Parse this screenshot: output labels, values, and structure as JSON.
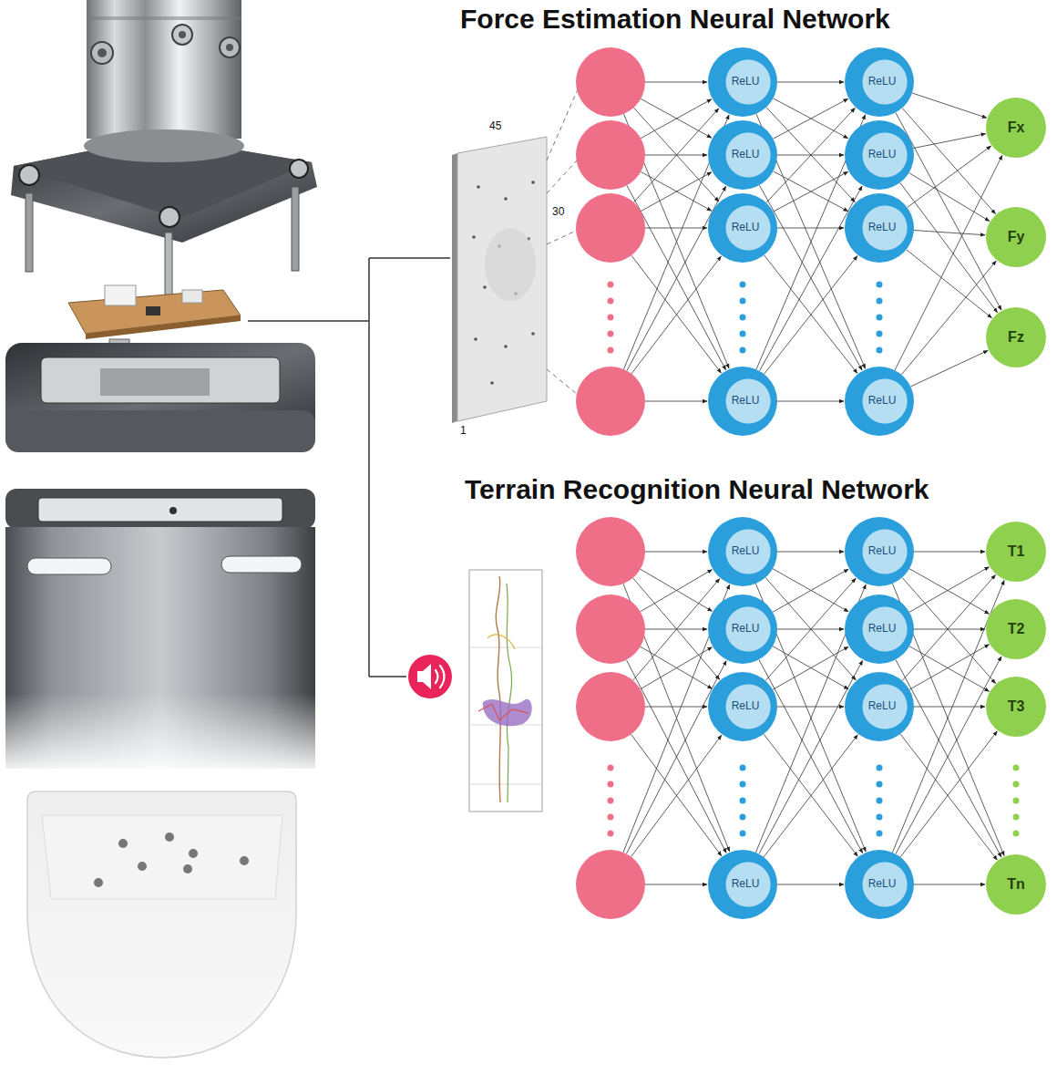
{
  "diagram": {
    "nodes": [
      {
        "text": [
          "ReLU"
        ]
      },
      {
        "text": [
          "ReLU"
        ]
      },
      {
        "text": [
          "ReLU"
        ]
      },
      {
        "text": [
          "ReLU"
        ]
      },
      {
        "text": [
          "ReLU"
        ]
      },
      {
        "text": [
          "ReLU"
        ]
      },
      {
        "text": [
          "ReLU"
        ]
      },
      {
        "text": [
          "ReLU"
        ]
      },
      {
        "text": [
          "Fx"
        ]
      },
      {
        "text": [
          "Fy"
        ]
      },
      {
        "text": [
          "Fz"
        ]
      },
      {
        "text": [
          "ReLU"
        ]
      },
      {
        "text": [
          "ReLU"
        ]
      },
      {
        "text": [
          "ReLU"
        ]
      },
      {
        "text": [
          "ReLU"
        ]
      },
      {
        "text": [
          "ReLU"
        ]
      },
      {
        "text": [
          "ReLU"
        ]
      },
      {
        "text": [
          "ReLU"
        ]
      },
      {
        "text": [
          "ReLU"
        ]
      },
      {
        "text": [
          "T1"
        ]
      },
      {
        "text": [
          "T2"
        ]
      },
      {
        "text": [
          "T3"
        ]
      },
      {
        "text": [
          "Tn"
        ]
      }
    ],
    "edges": [
      {
        "from": 0,
        "to": 4,
        "arrow": "to"
      },
      {
        "from": 0,
        "to": 5,
        "arrow": "to"
      },
      {
        "from": 0,
        "to": 6,
        "arrow": "to"
      },
      {
        "from": 0,
        "to": 7,
        "arrow": "to"
      },
      {
        "from": 1,
        "to": 4,
        "arrow": "to"
      },
      {
        "from": 1,
        "to": 5,
        "arrow": "to"
      },
      {
        "from": 1,
        "to": 6,
        "arrow": "to"
      },
      {
        "from": 1,
        "to": 7,
        "arrow": "to"
      },
      {
        "from": 2,
        "to": 4,
        "arrow": "to"
      },
      {
        "from": 2,
        "to": 5,
        "arrow": "to"
      },
      {
        "from": 2,
        "to": 6,
        "arrow": "to"
      },
      {
        "from": 2,
        "to": 7,
        "arrow": "to"
      },
      {
        "from": 3,
        "to": 4,
        "arrow": "to"
      },
      {
        "from": 3,
        "to": 5,
        "arrow": "to"
      },
      {
        "from": 3,
        "to": 6,
        "arrow": "to"
      },
      {
        "from": 3,
        "to": 7,
        "arrow": "to"
      },
      {
        "from": 4,
        "to": 8,
        "arrow": "to"
      },
      {
        "from": 4,
        "to": 9,
        "arrow": "to"
      },
      {
        "from": 4,
        "to": 10,
        "arrow": "to"
      },
      {
        "from": 5,
        "to": 8,
        "arrow": "to"
      },
      {
        "from": 5,
        "to": 9,
        "arrow": "to"
      },
      {
        "from": 5,
        "to": 10,
        "arrow": "to"
      },
      {
        "from": 6,
        "to": 8,
        "arrow": "to"
      },
      {
        "from": 6,
        "to": 9,
        "arrow": "to"
      },
      {
        "from": 6,
        "to": 10,
        "arrow": "to"
      },
      {
        "from": 7,
        "to": 8,
        "arrow": "to"
      },
      {
        "from": 7,
        "to": 9,
        "arrow": "to"
      },
      {
        "from": 7,
        "to": 10,
        "arrow": "to"
      },
      {
        "from": 11,
        "to": 15,
        "arrow": "to"
      },
      {
        "from": 11,
        "to": 16,
        "arrow": "to"
      },
      {
        "from": 11,
        "to": 17,
        "arrow": "to"
      },
      {
        "from": 11,
        "to": 18,
        "arrow": "to"
      },
      {
        "from": 12,
        "to": 15,
        "arrow": "to"
      },
      {
        "from": 12,
        "to": 16,
        "arrow": "to"
      },
      {
        "from": 12,
        "to": 17,
        "arrow": "to"
      },
      {
        "from": 12,
        "to": 18,
        "arrow": "to"
      },
      {
        "from": 13,
        "to": 15,
        "arrow": "to"
      },
      {
        "from": 13,
        "to": 16,
        "arrow": "to"
      },
      {
        "from": 13,
        "to": 17,
        "arrow": "to"
      },
      {
        "from": 13,
        "to": 18,
        "arrow": "to"
      },
      {
        "from": 14,
        "to": 15,
        "arrow": "to"
      },
      {
        "from": 14,
        "to": 16,
        "arrow": "to"
      },
      {
        "from": 14,
        "to": 17,
        "arrow": "to"
      },
      {
        "from": 14,
        "to": 18,
        "arrow": "to"
      },
      {
        "from": 15,
        "to": 19,
        "arrow": "to"
      },
      {
        "from": 15,
        "to": 20,
        "arrow": "to"
      },
      {
        "from": 15,
        "to": 21,
        "arrow": "to"
      },
      {
        "from": 15,
        "to": 22,
        "arrow": "to"
      },
      {
        "from": 16,
        "to": 19,
        "arrow": "to"
      },
      {
        "from": 16,
        "to": 20,
        "arrow": "to"
      },
      {
        "from": 16,
        "to": 21,
        "arrow": "to"
      },
      {
        "from": 16,
        "to": 22,
        "arrow": "to"
      },
      {
        "from": 17,
        "to": 19,
        "arrow": "to"
      },
      {
        "from": 17,
        "to": 20,
        "arrow": "to"
      },
      {
        "from": 17,
        "to": 21,
        "arrow": "to"
      },
      {
        "from": 17,
        "to": 22,
        "arrow": "to"
      },
      {
        "from": 18,
        "to": 19,
        "arrow": "to"
      },
      {
        "from": 18,
        "to": 20,
        "arrow": "to"
      },
      {
        "from": 18,
        "to": 21,
        "arrow": "to"
      },
      {
        "from": 18,
        "to": 22,
        "arrow": "to"
      }
    ],
    "labels": [
      "Force Estimation Neural Network",
      "45",
      "30",
      "1",
      "Terrain Recognition Neural Network"
    ]
  }
}
